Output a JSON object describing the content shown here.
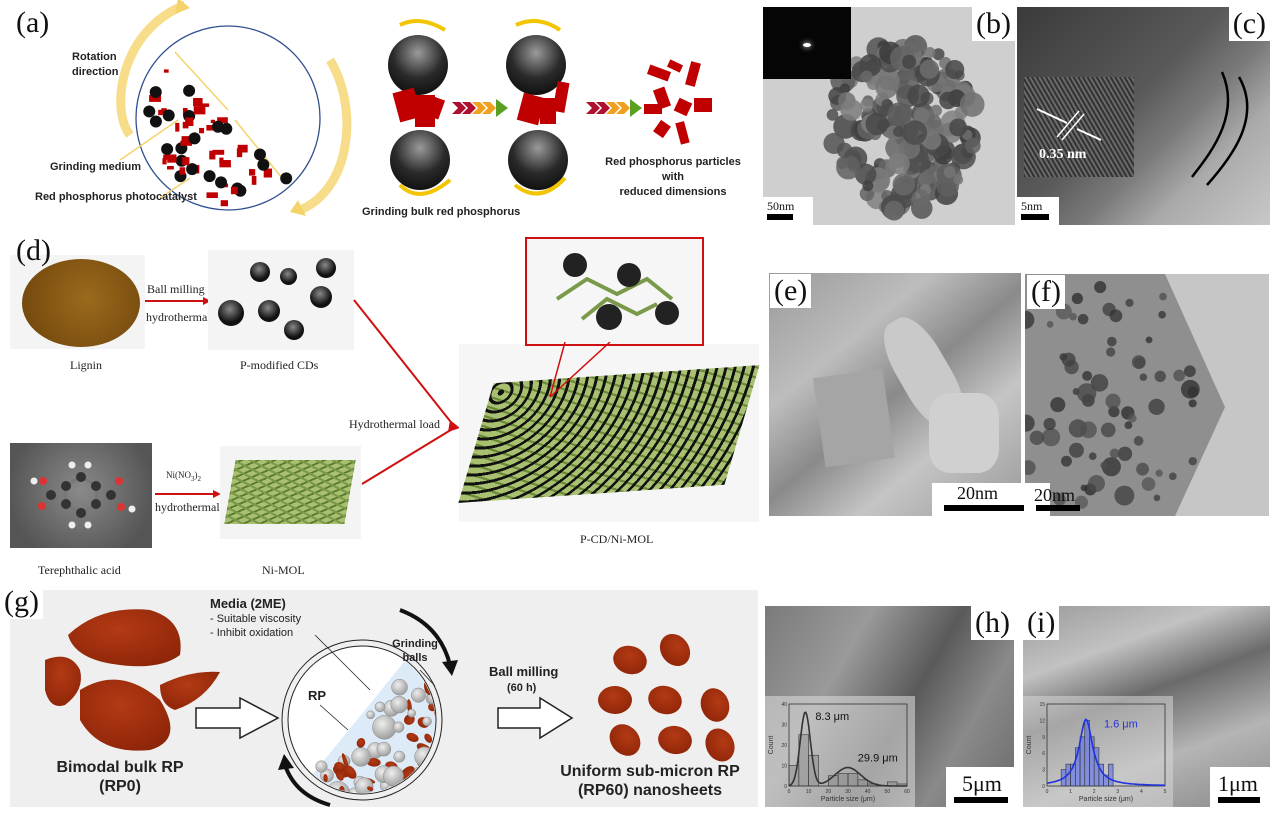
{
  "panels": {
    "a": {
      "label": "(a)",
      "rotation_label": [
        "Rotation",
        "direction"
      ],
      "grinding_medium_label": "Grinding medium",
      "photocatalyst_label": "Red phosphorus photocatalyst",
      "grinding_bulk_label": "Grinding bulk red phosphorus",
      "reduced_label": [
        "Red phosphorus particles with",
        "reduced dimensions"
      ],
      "colors": {
        "particle": "#c00000",
        "ball": "#111111",
        "arrow": "#f5d36b",
        "jar": "#2f4f8f"
      }
    },
    "b": {
      "label": "(b)",
      "scale": "50nm"
    },
    "c": {
      "label": "(c)",
      "scale": "5nm",
      "lattice": "0.35 nm"
    },
    "d": {
      "label": "(d)",
      "lignin": "Lignin",
      "step1_top": "Ball milling",
      "step1_bottom": "hydrothermal",
      "cds": "P-modified CDs",
      "terephthalic": "Terephthalic acid",
      "step2_top": "Ni(NO",
      "step2_sub": "3",
      "step2_tail": ")",
      "step2_sub2": "2",
      "step2_bottom": "hydrothermal",
      "nimol": "Ni-MOL",
      "load": "Hydrothermal load",
      "product": "P-CD/Ni-MOL",
      "colors": {
        "arrow": "#d01010",
        "lattice": "#7a9a4a",
        "lignin": "#8a5a14"
      }
    },
    "e": {
      "label": "(e)",
      "scale": "20nm"
    },
    "f": {
      "label": "(f)",
      "scale": "20nm"
    },
    "g": {
      "label": "(g)",
      "media_title": "Media (2ME)",
      "media_items": [
        "- Suitable viscosity",
        "- Inhibit oxidation"
      ],
      "grinding_balls": [
        "Grinding",
        "balls"
      ],
      "rp": "RP",
      "ball_milling": "Ball milling",
      "duration": "(60 h)",
      "bulk": [
        "Bimodal bulk RP",
        "(RP0)"
      ],
      "uniform": [
        "Uniform sub-micron RP",
        "(RP60) nanosheets"
      ],
      "colors": {
        "rp": "#a5300f",
        "ball": "#b8b8b8",
        "liquid": "#dcebf7"
      }
    },
    "h": {
      "label": "(h)",
      "scale": "5μm"
    },
    "i": {
      "label": "(i)",
      "scale": "1μm"
    }
  },
  "chart_data": [
    {
      "type": "bar",
      "panel": "h",
      "xlabel": "Particle size (μm)",
      "ylabel": "Count",
      "xlim": [
        0,
        60
      ],
      "ylim": [
        0,
        40
      ],
      "xticks": [
        0,
        10,
        20,
        30,
        40,
        50,
        60
      ],
      "yticks": [
        0,
        10,
        20,
        30,
        40
      ],
      "bins": [
        [
          0,
          5
        ],
        [
          5,
          10
        ],
        [
          10,
          15
        ],
        [
          15,
          20
        ],
        [
          20,
          25
        ],
        [
          25,
          30
        ],
        [
          30,
          35
        ],
        [
          35,
          40
        ],
        [
          40,
          45
        ],
        [
          45,
          50
        ],
        [
          50,
          55
        ],
        [
          55,
          60
        ]
      ],
      "values": [
        10,
        25,
        15,
        0,
        5,
        6,
        6,
        3,
        1,
        0,
        2,
        1
      ],
      "fit_peaks": [
        {
          "center": 8.3,
          "height": 36,
          "width": 2.6
        },
        {
          "center": 29.9,
          "height": 9,
          "width": 6.5
        }
      ],
      "annotations": [
        "8.3 μm",
        "29.9 μm"
      ],
      "color": "#333333"
    },
    {
      "type": "bar",
      "panel": "i",
      "xlabel": "Particle size (μm)",
      "ylabel": "Count",
      "xlim": [
        0,
        5
      ],
      "ylim": [
        0,
        15
      ],
      "xticks": [
        0,
        1,
        2,
        3,
        4,
        5
      ],
      "yticks": [
        0,
        3,
        6,
        9,
        12,
        15
      ],
      "bins": [
        [
          0.6,
          0.8
        ],
        [
          0.8,
          1.0
        ],
        [
          1.0,
          1.2
        ],
        [
          1.2,
          1.4
        ],
        [
          1.4,
          1.6
        ],
        [
          1.6,
          1.8
        ],
        [
          1.8,
          2.0
        ],
        [
          2.0,
          2.2
        ],
        [
          2.2,
          2.4
        ],
        [
          2.4,
          2.6
        ],
        [
          2.6,
          2.8
        ]
      ],
      "values": [
        3,
        4,
        4,
        7,
        9,
        12,
        9,
        7,
        4,
        2,
        4
      ],
      "fit_peaks": [
        {
          "center": 1.65,
          "height": 12.2,
          "width": 0.35
        }
      ],
      "annotations": [
        "1.6 μm"
      ],
      "color": "#2233dd"
    }
  ]
}
